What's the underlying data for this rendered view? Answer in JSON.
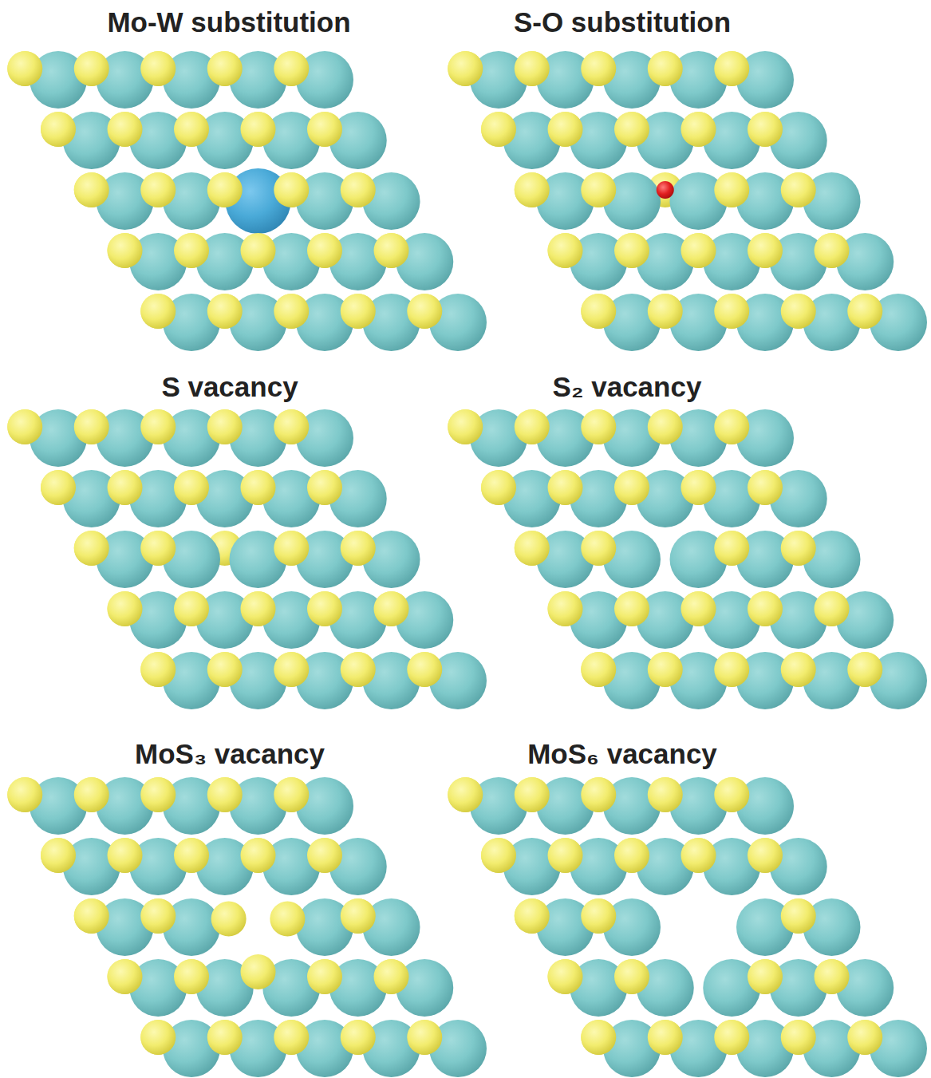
{
  "diagram": {
    "labels": [
      "Mo-W substitution",
      "S-O substitution",
      "S vacancy",
      "S₂ vacancy",
      "MoS₃ vacancy",
      "MoS₆ vacancy"
    ]
  }
}
